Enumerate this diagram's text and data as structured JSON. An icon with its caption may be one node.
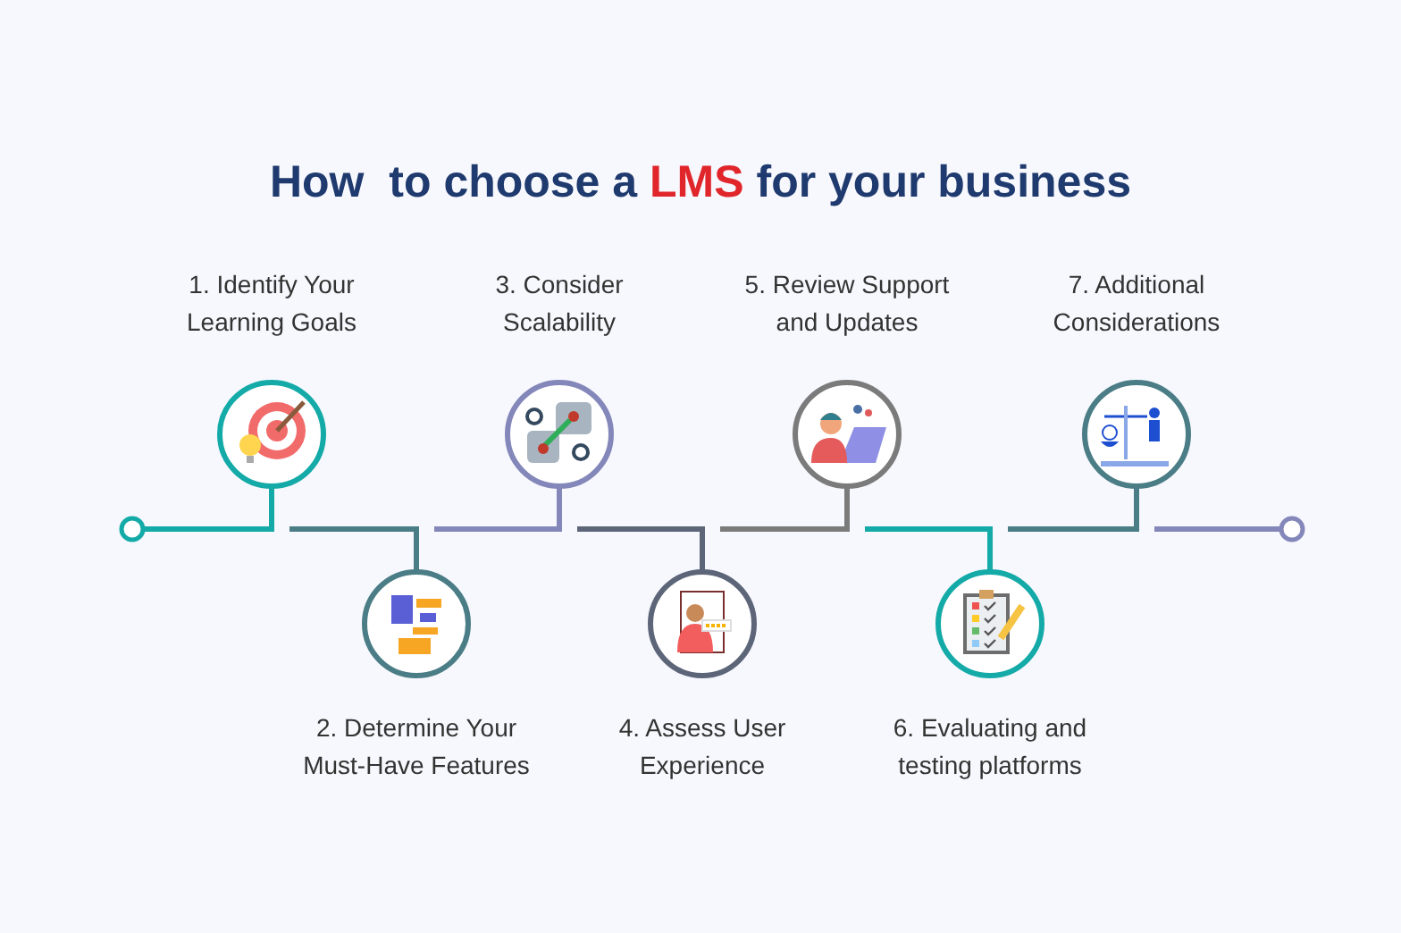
{
  "diagram": {
    "title": "How  to choose a **LMS** for your business",
    "nodes": [
      {
        "text": [
          "1. Identify Your Learning Goals"
        ]
      },
      {
        "text": [
          "2. Determine Your Must-Have Features"
        ]
      },
      {
        "text": [
          "3. Consider Scalability"
        ]
      },
      {
        "text": [
          "4. Assess User Experience"
        ]
      },
      {
        "text": [
          "5. Review Support and Updates"
        ]
      },
      {
        "text": [
          "6. Evaluating and testing platforms"
        ]
      },
      {
        "text": [
          "7. Additional Considerations"
        ]
      }
    ]
  }
}
